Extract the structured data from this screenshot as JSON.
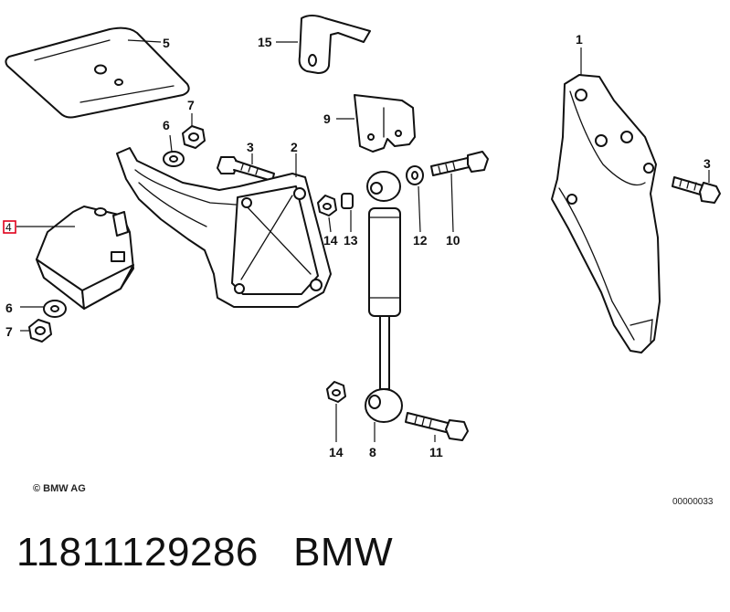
{
  "diagram": {
    "copyright": "© BMW AG",
    "drawing_id": "00000033",
    "highlighted_callout": "4",
    "highlight_color": "#e0001b",
    "callouts": {
      "c1": "1",
      "c2": "2",
      "c3a": "3",
      "c3b": "3",
      "c4": "4",
      "c5": "5",
      "c6a": "6",
      "c6b": "6",
      "c7a": "7",
      "c7b": "7",
      "c8": "8",
      "c9": "9",
      "c10": "10",
      "c11": "11",
      "c12": "12",
      "c13": "13",
      "c14a": "14",
      "c14b": "14",
      "c15": "15"
    }
  },
  "footer": {
    "part_number": "11811129286",
    "brand": "BMW"
  }
}
